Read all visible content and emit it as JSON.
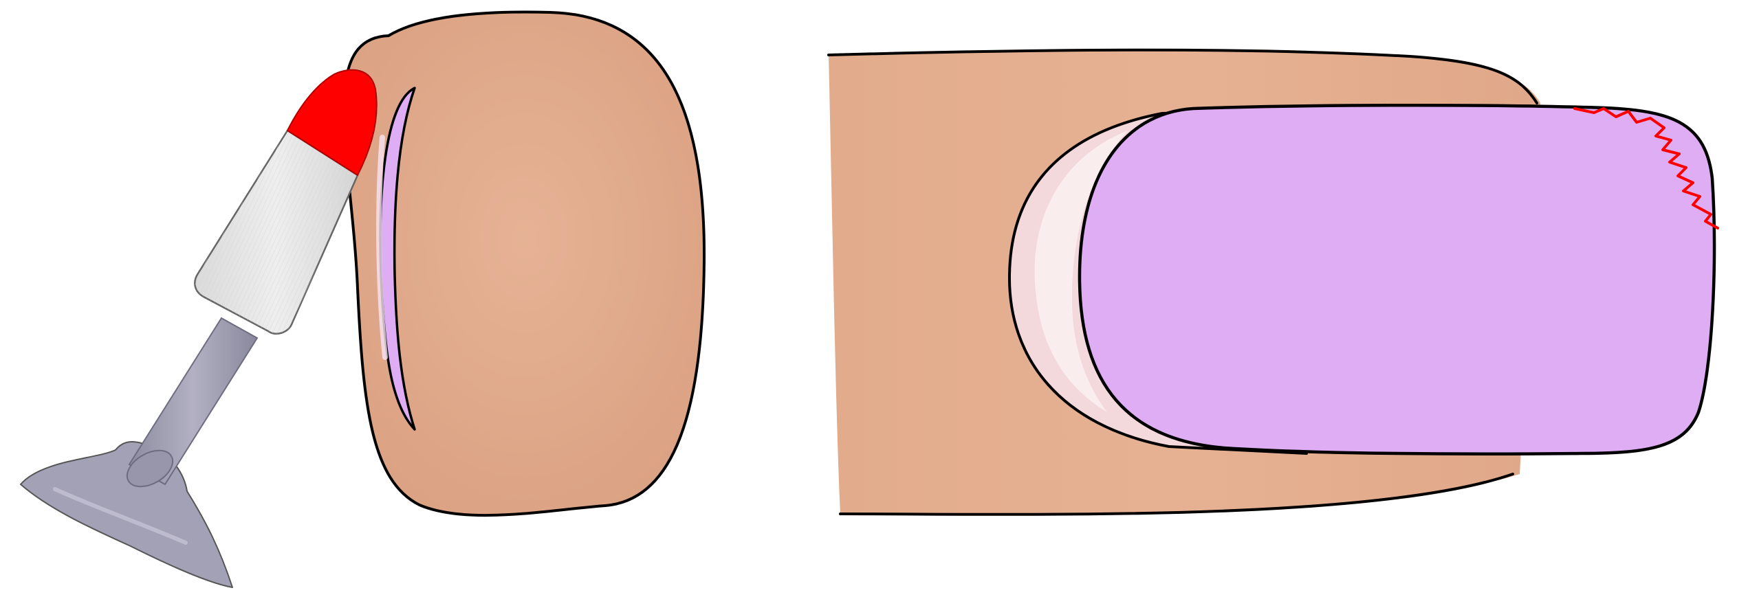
{
  "illustration": {
    "panels": [
      {
        "view": "fingertip-end-view-with-drill-bit",
        "elements": [
          "finger-tip",
          "nail-edge",
          "drill-bit-red-tip",
          "drill-bit-sleeve",
          "drill-shaft",
          "drill-base"
        ]
      },
      {
        "view": "finger-top-view",
        "elements": [
          "finger",
          "cuticle-zone",
          "nail-lavender",
          "red-rough-edge"
        ]
      }
    ],
    "colors": {
      "skin": "#E4AE8E",
      "skin_shade": "#D9A080",
      "nail": "#DFADF3",
      "cuticle_pink": "#F4D9DC",
      "cuticle_white": "#FAEDEE",
      "bit_red": "#FF0000",
      "bit_sleeve": "#E6E6E6",
      "metal": "#9A98AC",
      "outline": "#000000"
    }
  }
}
